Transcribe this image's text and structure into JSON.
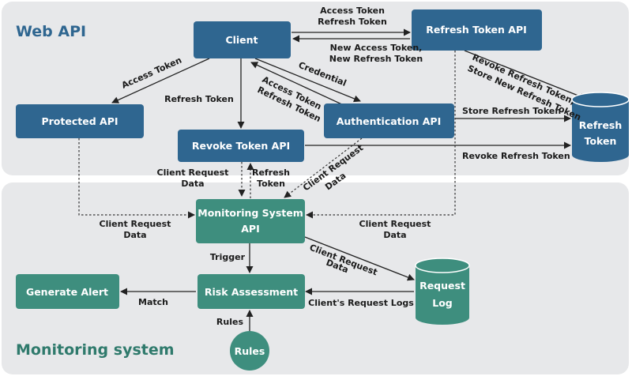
{
  "colors": {
    "web_panel": "#e7e8ea",
    "mon_panel": "#e7e8ea",
    "web_node": "#2f6690",
    "mon_node": "#3e8e7e",
    "web_title": "#2f6690",
    "mon_title": "#2f7a6c",
    "arrow": "#222222"
  },
  "sections": {
    "web_api": "Web API",
    "monitoring": "Monitoring system"
  },
  "nodes": {
    "client": "Client",
    "refresh_token_api": "Refresh Token API",
    "protected_api": "Protected API",
    "revoke_token_api": "Revoke Token API",
    "authentication_api": "Authentication API",
    "refresh_token_store": [
      "Refresh",
      "Token"
    ],
    "monitoring_api": [
      "Monitoring System",
      "API"
    ],
    "risk_assessment": "Risk Assessment",
    "generate_alert": "Generate Alert",
    "request_log": [
      "Request",
      "Log"
    ],
    "rules": "Rules"
  },
  "edges": {
    "client_to_refresh": [
      "Access Token",
      "Refresh Token"
    ],
    "refresh_to_client": [
      "New Access Token,",
      "New Refresh Token"
    ],
    "client_to_protected": "Access Token",
    "client_to_revoke": "Refresh Token",
    "credential": "Credential",
    "auth_to_client": [
      "Access Token",
      "Refresh Token"
    ],
    "refresh_to_store": [
      "Revoke Refresh Token,",
      "Store New Refresh Token"
    ],
    "auth_to_store": "Store Refresh Token",
    "revoke_to_store": "Revoke Refresh Token",
    "revoke_to_monitor": [
      "Client Request",
      "Data"
    ],
    "monitor_to_revoke": [
      "Refresh",
      "Token"
    ],
    "auth_to_monitor": [
      "Client Request",
      "Data"
    ],
    "protected_to_monitor": [
      "Client Request",
      "Data"
    ],
    "refresh_api_to_monitor": [
      "Client Request",
      "Data"
    ],
    "trigger": "Trigger",
    "monitor_to_log": [
      "Client Request",
      "Data"
    ],
    "log_to_risk": "Client's Request Logs",
    "match": "Match",
    "rules_edge": "Rules"
  }
}
